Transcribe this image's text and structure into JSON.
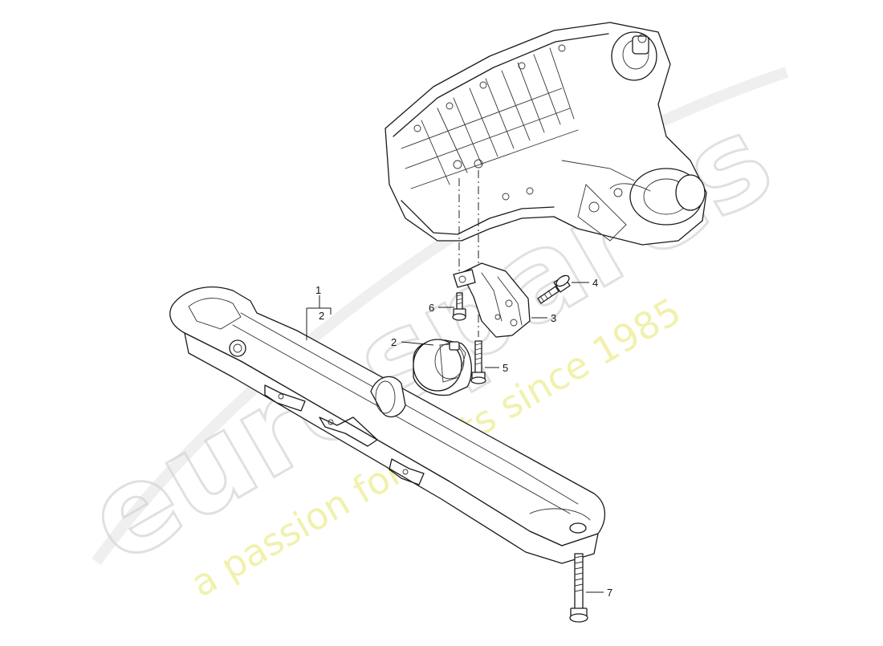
{
  "watermark": {
    "logo_text": "eurospares",
    "tagline": "a passion for parts since 1985"
  },
  "callouts": {
    "c1": "1",
    "c2_bracket": "2",
    "c2": "2",
    "c3": "3",
    "c4": "4",
    "c5": "5",
    "c6": "6",
    "c7": "7"
  },
  "parts": [
    {
      "ref": "1",
      "icon": "crossmember"
    },
    {
      "ref": "2",
      "icon": "rubber-mount"
    },
    {
      "ref": "3",
      "icon": "transmission-bracket"
    },
    {
      "ref": "4",
      "icon": "flange-bolt"
    },
    {
      "ref": "5",
      "icon": "long-bolt"
    },
    {
      "ref": "6",
      "icon": "short-bolt"
    },
    {
      "ref": "7",
      "icon": "crossmember-bolt"
    }
  ],
  "colors": {
    "line": "#1a1a1a",
    "watermark_logo": "#d6d6d6",
    "watermark_tagline": "#eeee9a"
  }
}
